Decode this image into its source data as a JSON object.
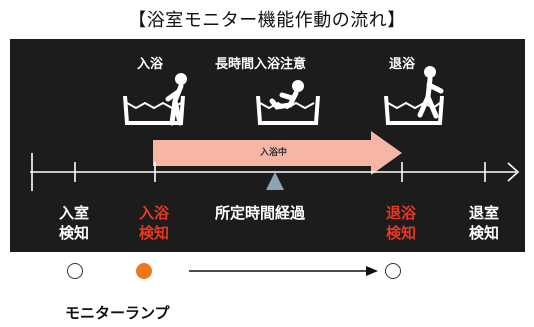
{
  "title": "【浴室モニター機能作動の流れ】",
  "phases": {
    "bath_entry": "入浴",
    "long_bath": "長時間入浴注意",
    "bath_exit": "退浴"
  },
  "arrow_label": "入浴中",
  "timeline": {
    "room_entry": {
      "line1": "入室",
      "line2": "検知"
    },
    "bath_entry": {
      "line1": "入浴",
      "line2": "検知"
    },
    "elapsed": "所定時間経過",
    "bath_exit": {
      "line1": "退浴",
      "line2": "検知"
    },
    "room_exit": {
      "line1": "退室",
      "line2": "検知"
    }
  },
  "lamps": {
    "label": "モニターランプ",
    "states": [
      "off",
      "on",
      "off"
    ]
  },
  "colors": {
    "panel": "#1c1c1c",
    "highlight_red": "#e83820",
    "arrow_fill": "#f6b6a4",
    "lamp_on": "#f07818",
    "marker": "#8ea4b2"
  }
}
